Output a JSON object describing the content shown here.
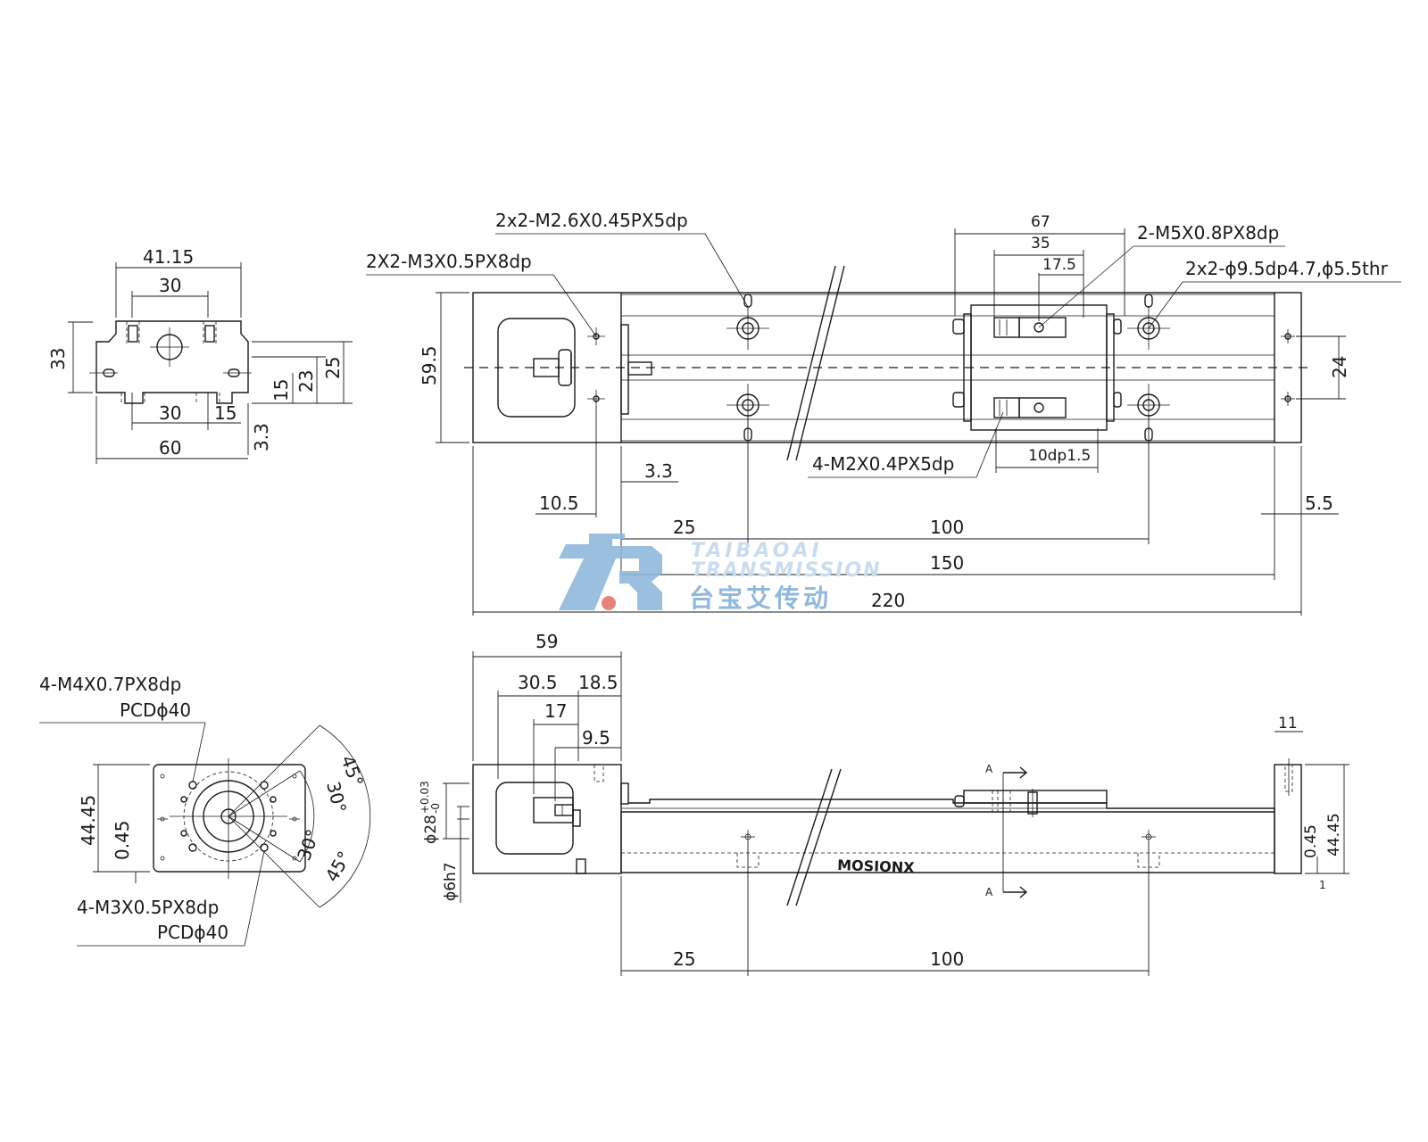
{
  "colors": {
    "line": "#1a1a1a",
    "watermark_blue": "#8fb8dc",
    "watermark_dot": "#e8837b",
    "background": "#ffffff"
  },
  "end_view": {
    "dims": {
      "overall_top": "41.15",
      "inner_top": "30",
      "height_left": "33",
      "h15": "15",
      "h23": "23",
      "h25": "25",
      "bottom_30": "30",
      "bottom_15": "15",
      "bottom_3_3": "3.3",
      "bottom_60": "60"
    }
  },
  "top_view": {
    "callouts": {
      "m26": "2x2-M2.6X0.45PX5dp",
      "m3": "2X2-M3X0.5PX8dp",
      "m5": "2-M5X0.8PX8dp",
      "cbore": "2x2-ϕ9.5dp4.7,ϕ5.5thr",
      "m2": "4-M2X0.4PX5dp",
      "dp": "10dp1.5"
    },
    "dims": {
      "d67": "67",
      "d35": "35",
      "d17_5": "17.5",
      "height": "59.5",
      "d24": "24",
      "d3_3": "3.3",
      "d10_5": "10.5",
      "d25": "25",
      "d100": "100",
      "d150": "150",
      "d220": "220",
      "d5_5": "5.5"
    }
  },
  "motor_flange_view": {
    "callouts": {
      "m4": "4-M4X0.7PX8dp",
      "pcd_top": "PCDϕ40",
      "m3": "4-M3X0.5PX8dp",
      "pcd_bottom": "PCDϕ40"
    },
    "dims": {
      "h44_45": "44.45",
      "h0_45": "0.45",
      "a45_top": "45°",
      "a30_top": "30°",
      "a30_bot": "30°",
      "a45_bot": "45°"
    }
  },
  "side_view": {
    "dims": {
      "d59": "59",
      "d30_5": "30.5",
      "d18_5": "18.5",
      "d17": "17",
      "d9_5": "9.5",
      "d11": "11",
      "shaft_dia": "ϕ28",
      "shaft_tol_upper": "+0.03",
      "shaft_tol_lower": "-0",
      "shaft_fit": "ϕ6h7",
      "d0_45": "0.45",
      "d44_45": "44.45",
      "d1": "1",
      "d25": "25",
      "d100": "100",
      "section_a1": "A",
      "section_a2": "A"
    },
    "logo": "MOSIONX"
  },
  "watermark": {
    "line1": "TAIBAOAI",
    "line2": "TRANSMISSION",
    "cn": "台宝艾传动"
  }
}
